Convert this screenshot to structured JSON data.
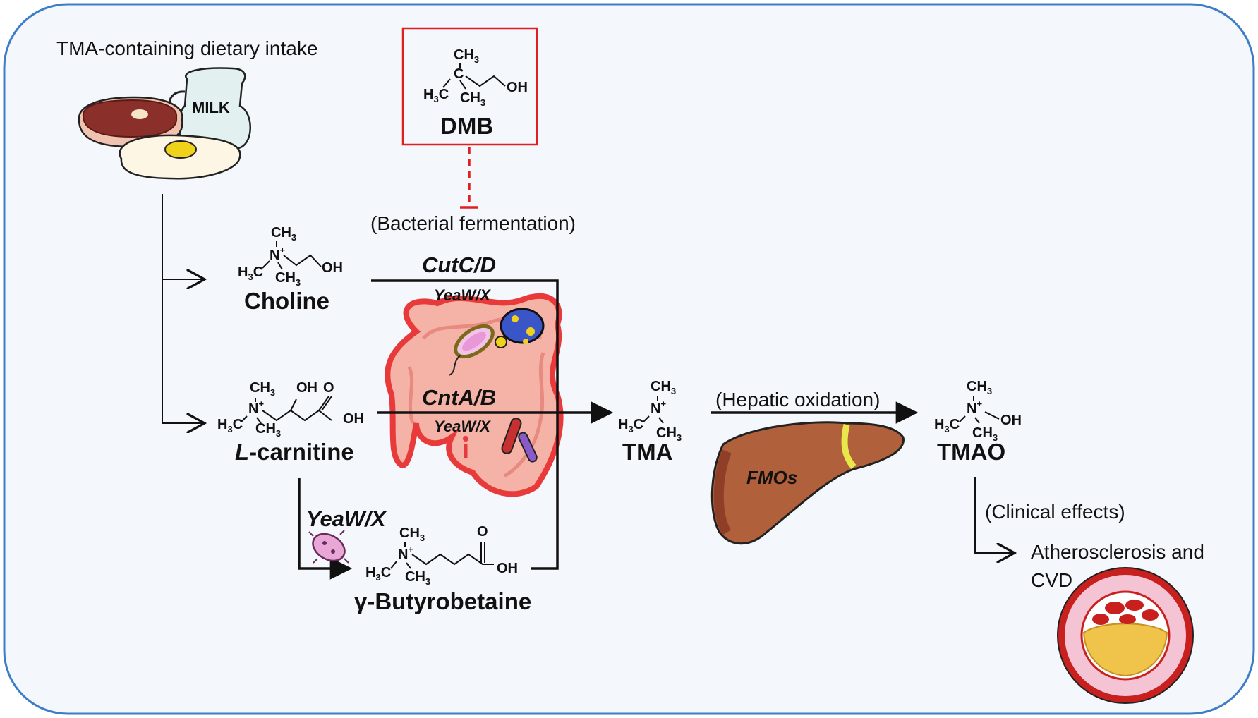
{
  "labels": {
    "dietary_intake": "TMA-containing dietary intake",
    "milk": "MILK",
    "dmb": "DMB",
    "bacterial_fermentation": "(Bacterial fermentation)",
    "choline": "Choline",
    "l_prefix": "L",
    "carnitine_suffix": "-carnitine",
    "cutcd": "CutC/D",
    "yeawx_small_1": "YeaW/X",
    "cntab": "CntA/B",
    "yeawx_small_2": "YeaW/X",
    "yeawx_large": "YeaW/X",
    "gamma_butyrobetaine": "γ-Butyrobetaine",
    "tma": "TMA",
    "hepatic_oxidation": "(Hepatic oxidation)",
    "fmos": "FMOs",
    "tmao": "TMAO",
    "clinical_effects": "(Clinical effects)",
    "athero_line1": "Atherosclerosis and",
    "athero_line2": "CVD"
  },
  "chem": {
    "ch3": "CH",
    "h3c": "H",
    "c_sub": "C",
    "sub3": "3",
    "oh": "OH",
    "n": "N",
    "plus": "+",
    "o": "O",
    "c": "C"
  },
  "colors": {
    "panel_bg": "#f4f7fb",
    "panel_border": "#3d7dc8",
    "inhibit_red": "#e02020",
    "liver": "#b0603a",
    "colon_outline": "#e83a3a",
    "colon_fill": "#f4b3a6"
  },
  "icons": [
    "food-icon",
    "colon-icon",
    "bacteria-icon",
    "liver-icon",
    "artery-icon"
  ]
}
